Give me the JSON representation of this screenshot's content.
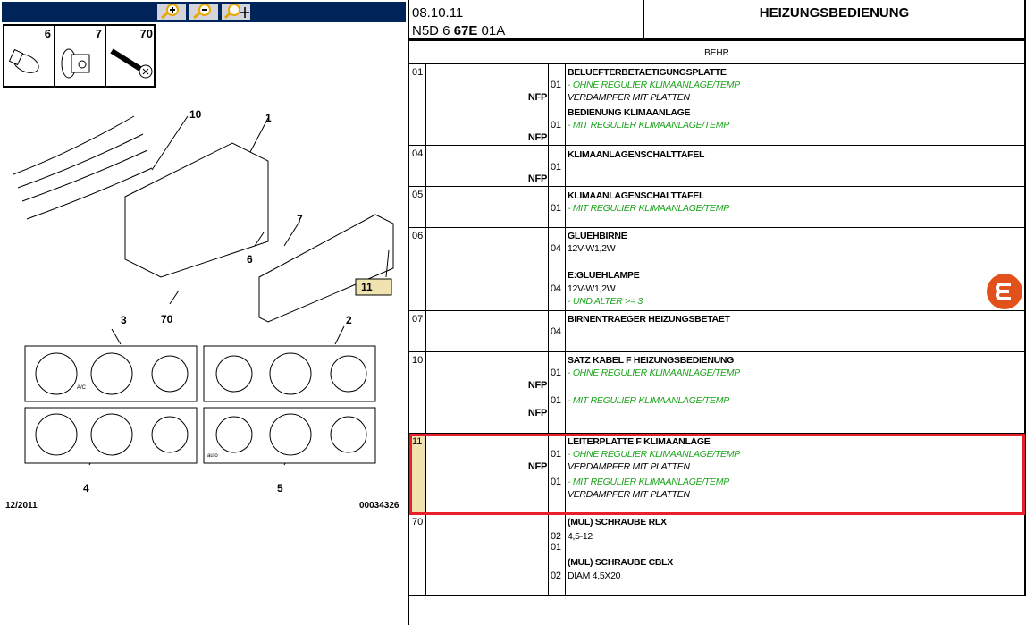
{
  "toolbar": {
    "buttons": [
      {
        "name": "zoom-in"
      },
      {
        "name": "zoom-out"
      },
      {
        "name": "zoom-pan"
      }
    ]
  },
  "thumbnails": [
    {
      "ref": "6",
      "icon": "bulb-icon"
    },
    {
      "ref": "7",
      "icon": "bulb-holder-icon"
    },
    {
      "ref": "70",
      "icon": "screw-icon"
    }
  ],
  "diagram": {
    "callouts": [
      "10",
      "1",
      "7",
      "6",
      "11",
      "70",
      "3",
      "2",
      "4",
      "5"
    ],
    "date": "12/2011",
    "ref": "00034326",
    "panel_labels": {
      "ac": "A/C",
      "auto": "auto"
    }
  },
  "header": {
    "date": "08.10.11",
    "code_prefix": "N5D 6 ",
    "code_bold": "67E",
    "code_suffix": " 01A",
    "title": "HEIZUNGSBEDIENUNG"
  },
  "brand": "BEHR",
  "rows": [
    {
      "num": "01",
      "lines": [
        {
          "d": "BELUEFTERBETAETIGUNGSPLATTE"
        },
        {
          "q": "01",
          "d": "- OHNE REGULIER KLIMAANLAGE/TEMP"
        },
        {
          "nfp": "NFP",
          "d": "VERDAMPFER MIT PLATTEN"
        },
        {
          "d": "BEDIENUNG KLIMAANLAGE"
        },
        {
          "q": "01",
          "d": "- MIT REGULIER KLIMAANLAGE/TEMP"
        },
        {
          "nfp": "NFP"
        }
      ]
    },
    {
      "num": "04",
      "lines": [
        {
          "d": "KLIMAANLAGENSCHALTTAFEL"
        },
        {
          "q": "01"
        },
        {
          "nfp": "NFP"
        }
      ]
    },
    {
      "num": "05",
      "lines": [
        {
          "d": "KLIMAANLAGENSCHALTTAFEL"
        },
        {
          "q": "01",
          "d": "- MIT REGULIER KLIMAANLAGE/TEMP"
        }
      ]
    },
    {
      "num": "06",
      "lines": [
        {
          "d": "GLUEHBIRNE"
        },
        {
          "q": "04",
          "d": "12V-W1,2W"
        },
        {
          "d": "E:GLUEHLAMPE"
        },
        {
          "q": "04",
          "d": "12V-W1,2W"
        },
        {
          "d": "- UND ALTER >= 3"
        }
      ]
    },
    {
      "num": "07",
      "lines": [
        {
          "d": "BIRNENTRAEGER HEIZUNGSBETAET"
        },
        {
          "q": "04"
        }
      ]
    },
    {
      "num": "10",
      "lines": [
        {
          "d": "SATZ KABEL F HEIZUNGSBEDIENUNG"
        },
        {
          "q": "01",
          "d": "- OHNE REGULIER KLIMAANLAGE/TEMP"
        },
        {
          "nfp": "NFP"
        },
        {
          "q": "01",
          "d": "- MIT REGULIER KLIMAANLAGE/TEMP"
        },
        {
          "nfp": "NFP"
        }
      ]
    },
    {
      "num": "11",
      "lines": [
        {
          "d": "LEITERPLATTE F KLIMAANLAGE"
        },
        {
          "q": "01",
          "d": "- OHNE REGULIER KLIMAANLAGE/TEMP"
        },
        {
          "nfp": "NFP",
          "d": "VERDAMPFER MIT PLATTEN"
        },
        {
          "q": "01",
          "d": "- MIT REGULIER KLIMAANLAGE/TEMP"
        },
        {
          "d": "VERDAMPFER MIT PLATTEN"
        }
      ]
    },
    {
      "num": "70",
      "lines": [
        {
          "d": "(MUL) SCHRAUBE RLX"
        },
        {
          "q": "02",
          "d": "4,5-12"
        },
        {
          "q": "01"
        },
        {
          "d": "(MUL) SCHRAUBE CBLX"
        },
        {
          "q": "02",
          "d": "DIAM 4,5X20"
        }
      ]
    }
  ],
  "colors": {
    "toolbar": "#00235a",
    "selection": "#e8202a",
    "highlight": "#f1e3b0",
    "condition": "#1aa51a",
    "logo": "#e2501b"
  }
}
